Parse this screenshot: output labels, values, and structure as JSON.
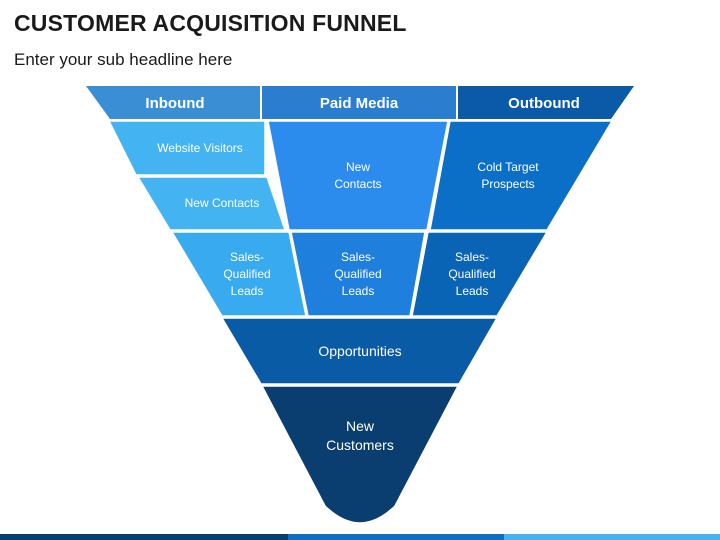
{
  "header": {
    "title": "CUSTOMER ACQUISITION FUNNEL",
    "subtitle": "Enter your sub headline here"
  },
  "columns": {
    "inbound": "Inbound",
    "paid_media": "Paid Media",
    "outbound": "Outbound"
  },
  "cells": {
    "website_visitors": "Website Visitors",
    "new_contacts_inbound": "New Contacts",
    "sql_inbound": [
      "Sales-",
      "Qualified",
      "Leads"
    ],
    "new_contacts_paid": [
      "New",
      "Contacts"
    ],
    "sql_paid": [
      "Sales-",
      "Qualified",
      "Leads"
    ],
    "cold_target": [
      "Cold Target",
      "Prospects"
    ],
    "sql_outbound": [
      "Sales-",
      "Qualified",
      "Leads"
    ],
    "opportunities": "Opportunities",
    "new_customers": [
      "New",
      "Customers"
    ]
  },
  "colors": {
    "inbound_header": "#3a8fd4",
    "paid_header": "#2b7dd0",
    "outbound_header": "#0a5aa8",
    "inbound_light": "#44b3f2",
    "paid_mid": "#2b8cee",
    "outbound_mid": "#0b6fc8",
    "sql_inbound": "#38aaf0",
    "sql_paid": "#1f7fdc",
    "sql_outbound": "#0a64b6",
    "opportunities": "#0a5ba6",
    "new_customers": "#0a3d70"
  }
}
